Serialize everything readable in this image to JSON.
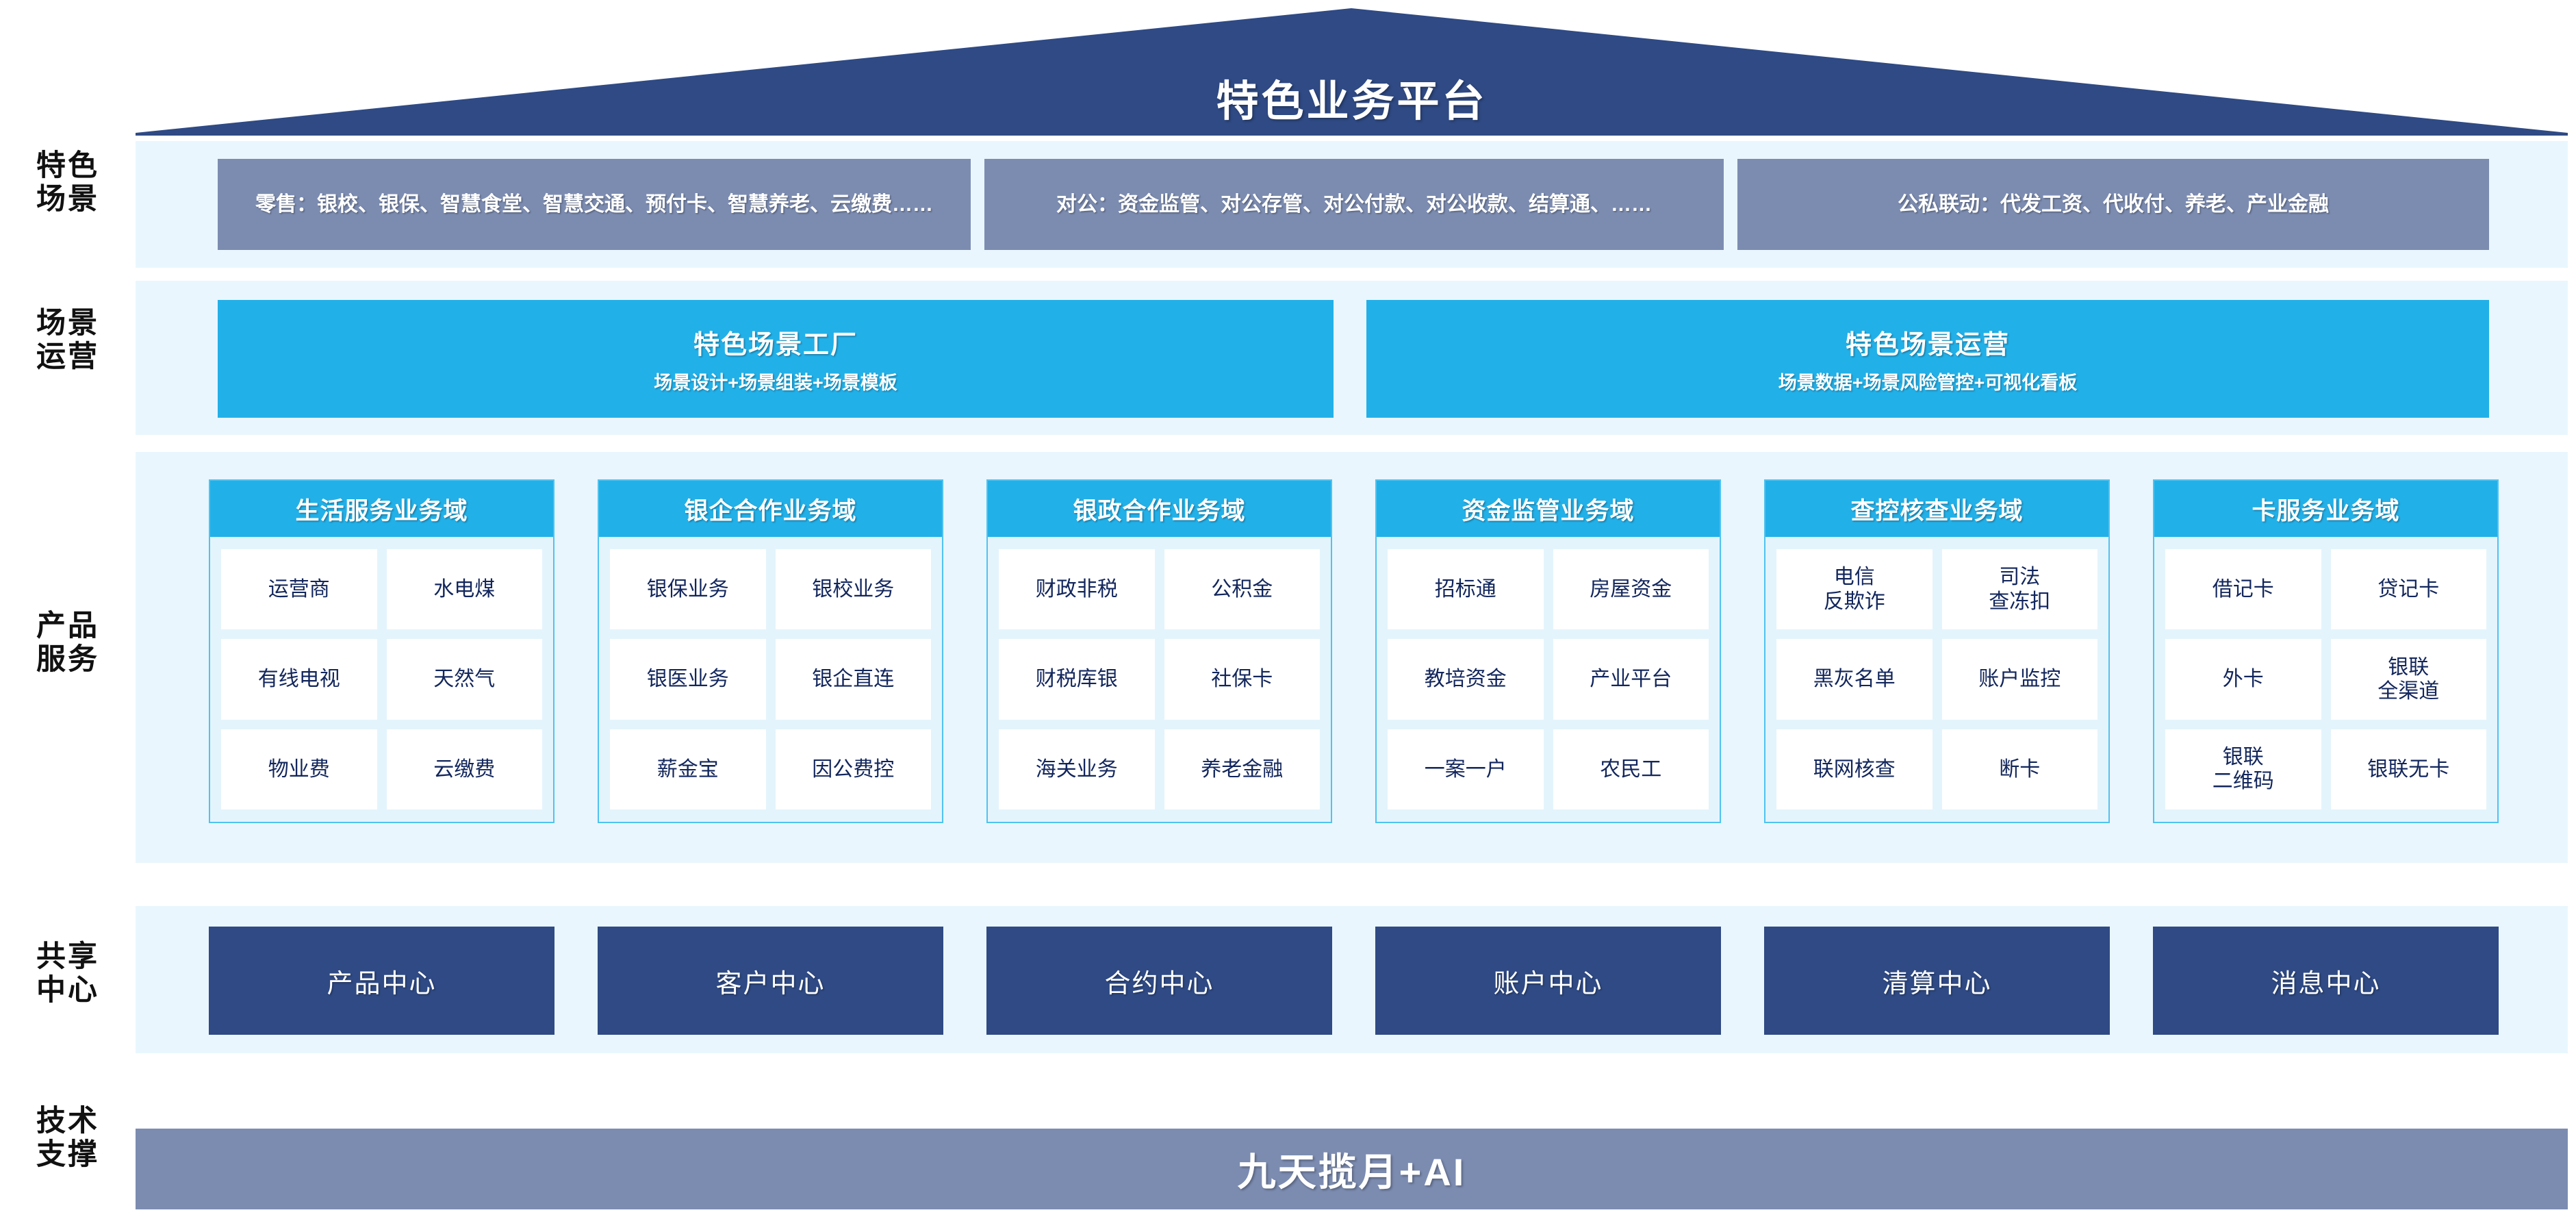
{
  "header": {
    "title": "特色业务平台"
  },
  "row_labels": [
    {
      "id": "scene",
      "text": "特色\n场景"
    },
    {
      "id": "scene-ops",
      "text": "场景\n运营"
    },
    {
      "id": "product-service",
      "text": "产品\n服务"
    },
    {
      "id": "shared-center",
      "text": "共享\n中心"
    },
    {
      "id": "tech-support",
      "text": "技术\n支撑"
    }
  ],
  "scene_row": {
    "boxes": [
      {
        "id": "retail",
        "text": "零售：银校、银保、智慧食堂、智慧交通、预付卡、智慧养老、云缴费……"
      },
      {
        "id": "corporate",
        "text": "对公：资金监管、对公存管、对公付款、对公收款、结算通、……"
      },
      {
        "id": "public-private",
        "text": "公私联动：代发工资、代收付、养老、产业金融"
      }
    ]
  },
  "scene_ops_row": {
    "boxes": [
      {
        "id": "scene-factory",
        "title": "特色场景工厂",
        "subtitle": "场景设计+场景组装+场景模板"
      },
      {
        "id": "scene-operation",
        "title": "特色场景运营",
        "subtitle": "场景数据+场景风险管控+可视化看板"
      }
    ]
  },
  "product_service_row": {
    "cards": [
      {
        "id": "life-service",
        "title": "生活服务业务域",
        "items": [
          "运营商",
          "水电煤",
          "有线电视",
          "天然气",
          "物业费",
          "云缴费"
        ]
      },
      {
        "id": "bank-enterprise",
        "title": "银企合作业务域",
        "items": [
          "银保业务",
          "银校业务",
          "银医业务",
          "银企直连",
          "薪金宝",
          "因公费控"
        ]
      },
      {
        "id": "bank-government",
        "title": "银政合作业务域",
        "items": [
          "财政非税",
          "公积金",
          "财税库银",
          "社保卡",
          "海关业务",
          "养老金融"
        ]
      },
      {
        "id": "fund-supervision",
        "title": "资金监管业务域",
        "items": [
          "招标通",
          "房屋资金",
          "教培资金",
          "产业平台",
          "一案一户",
          "农民工"
        ]
      },
      {
        "id": "inquiry-control",
        "title": "查控核查业务域",
        "items": [
          "电信\n反欺诈",
          "司法\n查冻扣",
          "黑灰名单",
          "账户监控",
          "联网核查",
          "断卡"
        ]
      },
      {
        "id": "card-service",
        "title": "卡服务业务域",
        "items": [
          "借记卡",
          "贷记卡",
          "外卡",
          "银联\n全渠道",
          "银联\n二维码",
          "银联无卡"
        ]
      }
    ]
  },
  "shared_center_row": {
    "boxes": [
      {
        "id": "product-center",
        "label": "产品中心"
      },
      {
        "id": "customer-center",
        "label": "客户中心"
      },
      {
        "id": "contract-center",
        "label": "合约中心"
      },
      {
        "id": "account-center",
        "label": "账户中心"
      },
      {
        "id": "clearing-center",
        "label": "清算中心"
      },
      {
        "id": "message-center",
        "label": "消息中心"
      }
    ]
  },
  "tech_support_row": {
    "label": "九天揽月+AI"
  },
  "colors": {
    "roof_navy": "#2f4a84",
    "slate_blue": "#7c8cb1",
    "cyan": "#22b0e8",
    "pale_panel": "#e9f6fd",
    "card_body": "#e4f4fc",
    "card_border": "#4fc3f0",
    "item_text_navy": "#12265c",
    "white": "#ffffff"
  }
}
